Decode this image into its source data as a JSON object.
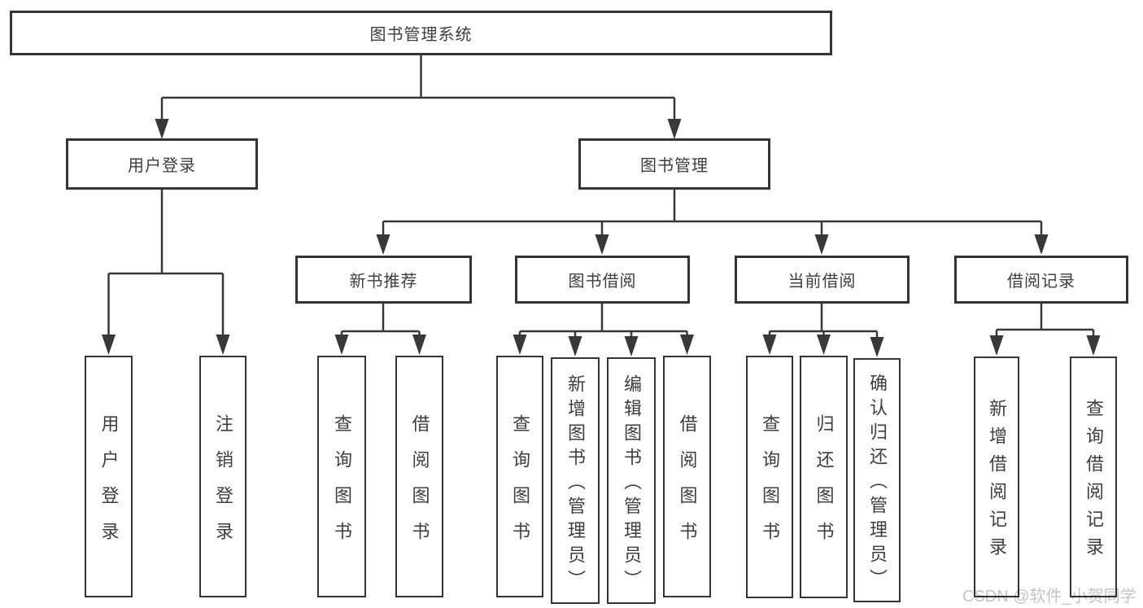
{
  "tree": {
    "root": {
      "label": "图书管理系统"
    },
    "branches": [
      {
        "label": "用户登录",
        "children": [
          {
            "label": "用户登录"
          },
          {
            "label": "注销登录"
          }
        ]
      },
      {
        "label": "图书管理",
        "children": [
          {
            "label": "新书推荐",
            "children": [
              {
                "label": "查询图书"
              },
              {
                "label": "借阅图书"
              }
            ]
          },
          {
            "label": "图书借阅",
            "children": [
              {
                "label": "查询图书"
              },
              {
                "label": "新增图书（管理员）"
              },
              {
                "label": "编辑图书（管理员）"
              },
              {
                "label": "借阅图书"
              }
            ]
          },
          {
            "label": "当前借阅",
            "children": [
              {
                "label": "查询图书"
              },
              {
                "label": "归还图书"
              },
              {
                "label": "确认归还（管理员）"
              }
            ]
          },
          {
            "label": "借阅记录",
            "children": [
              {
                "label": "新增借阅记录"
              },
              {
                "label": "查询借阅记录"
              }
            ]
          }
        ]
      }
    ]
  },
  "watermark": {
    "text": "CSDN @软件_小贺同学"
  },
  "colors": {
    "line": "#383838",
    "box_border": "#343434",
    "text": "#3d3d42",
    "watermark": "#c4c4c4",
    "background": "#ffffff"
  }
}
